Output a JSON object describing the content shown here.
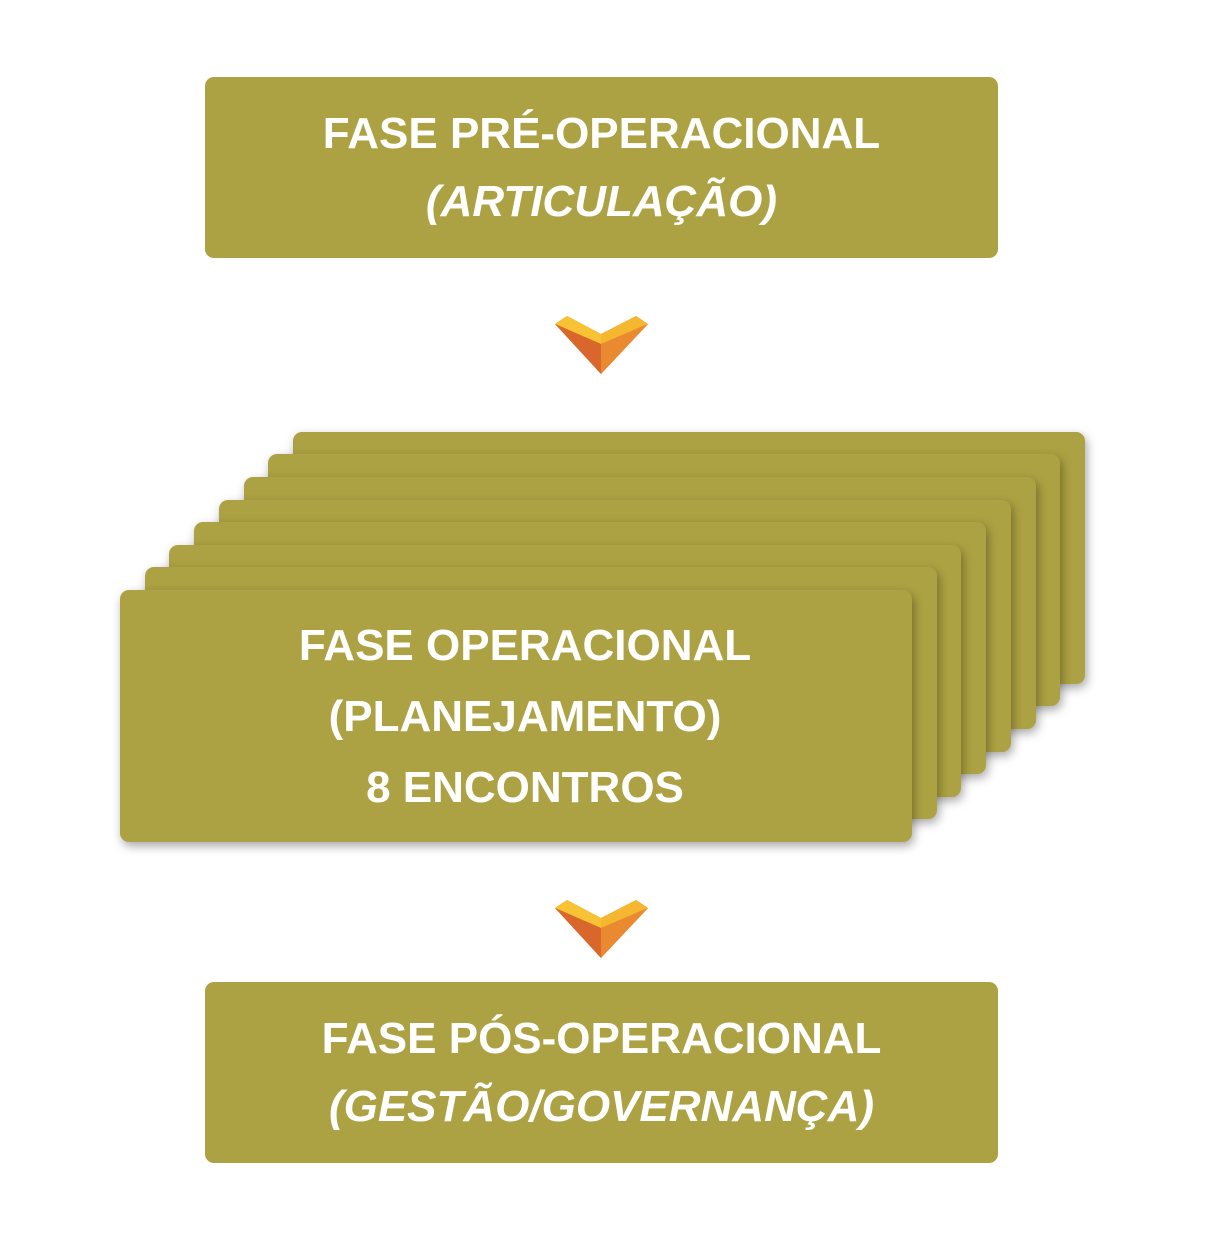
{
  "phases": [
    {
      "title": "FASE PRÉ-OPERACIONAL",
      "subtitle": "(ARTICULAÇÃO)"
    },
    {
      "title": "FASE OPERACIONAL",
      "subtitle": "(PLANEJAMENTO)",
      "detail": "8 ENCONTROS",
      "card_count": 8
    },
    {
      "title": "FASE PÓS-OPERACIONAL",
      "subtitle": "(GESTÃO/GOVERNANÇA)"
    }
  ],
  "colors": {
    "box": "#ada243",
    "text": "#ffffff",
    "arrow_light": "#f7c233",
    "arrow_dark": "#dc6a2c"
  }
}
